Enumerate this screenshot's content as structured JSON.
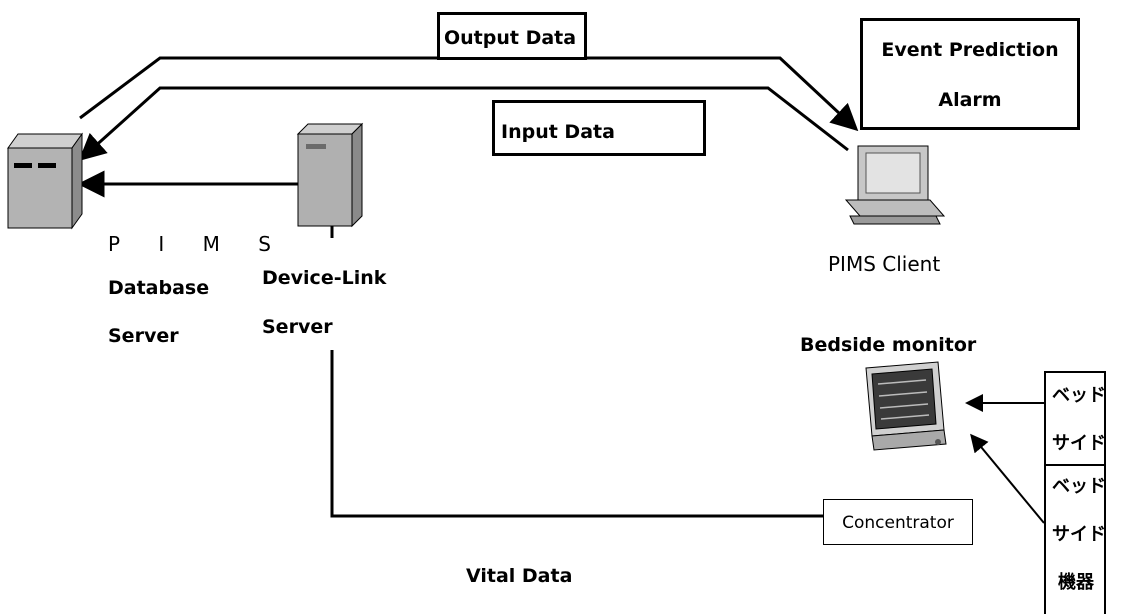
{
  "labels": {
    "output_data": "Output Data",
    "input_data": "Input Data",
    "event_prediction": "Event Prediction",
    "alarm": "Alarm",
    "pims_letters": "P I M S",
    "database": "Database",
    "server_db": "Server",
    "device_link": "Device-Link",
    "server_dl": "Server",
    "pims_client": "PIMS Client",
    "bedside_monitor": "Bedside monitor",
    "concentrator": "Concentrator",
    "vital_data": "Vital Data",
    "bedside_jp_1_line1": "ベッド",
    "bedside_jp_1_line2": "サイド",
    "bedside_jp_2_line1": "ベッド",
    "bedside_jp_2_line2": "サイド",
    "bedside_jp_2_line3": "機器"
  }
}
